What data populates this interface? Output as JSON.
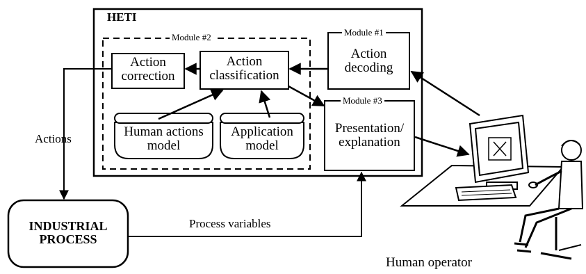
{
  "diagram": {
    "system_title": "HETI",
    "module2": {
      "title": "Module #2"
    },
    "module1": {
      "title": "Module #1",
      "line1": "Action",
      "line2": "decoding"
    },
    "module3": {
      "title": "Module #3",
      "line1": "Presentation/",
      "line2": "explanation"
    },
    "action_correction": {
      "line1": "Action",
      "line2": "correction"
    },
    "action_classification": {
      "line1": "Action",
      "line2": "classification"
    },
    "human_actions_model": {
      "line1": "Human actions",
      "line2": "model"
    },
    "application_model": {
      "line1": "Application",
      "line2": "model"
    },
    "industrial_process": {
      "line1": "INDUSTRIAL",
      "line2": "PROCESS"
    },
    "edge_actions": "Actions",
    "edge_process_variables": "Process variables",
    "operator_caption": "Human operator"
  }
}
